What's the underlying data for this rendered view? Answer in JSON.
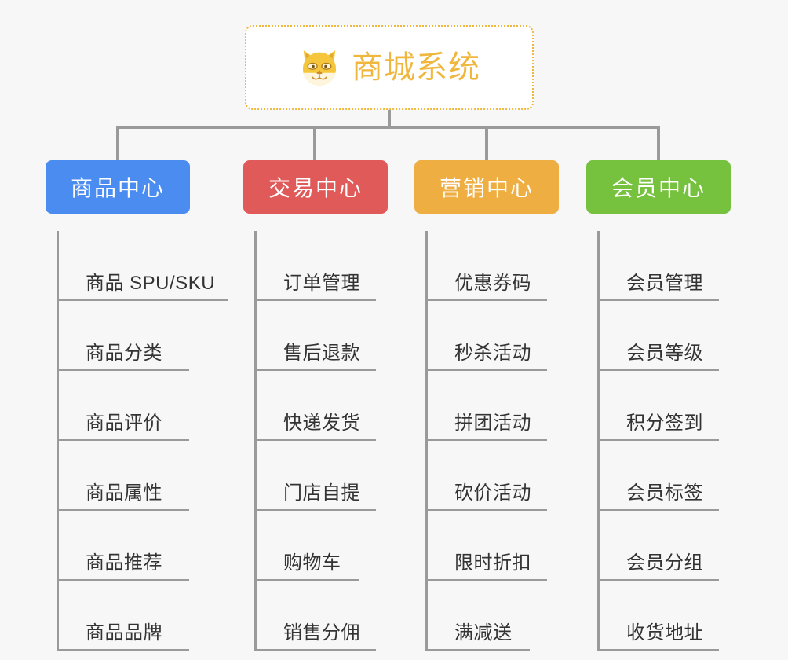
{
  "diagram": {
    "root": {
      "title": "商城系统",
      "icon": "shiba-dog-face-icon",
      "color": "#f0b73e",
      "border_style": "dotted"
    },
    "connector_color": "#9a9a9a",
    "background": "#f7f7f7",
    "categories": [
      {
        "label": "商品中心",
        "color": "#4a8cf0",
        "items": [
          "商品 SPU/SKU",
          "商品分类",
          "商品评价",
          "商品属性",
          "商品推荐",
          "商品品牌"
        ]
      },
      {
        "label": "交易中心",
        "color": "#e05a5a",
        "items": [
          "订单管理",
          "售后退款",
          "快递发货",
          "门店自提",
          "购物车",
          "销售分佣"
        ]
      },
      {
        "label": "营销中心",
        "color": "#eeae42",
        "items": [
          "优惠券码",
          "秒杀活动",
          "拼团活动",
          "砍价活动",
          "限时折扣",
          "满减送"
        ]
      },
      {
        "label": "会员中心",
        "color": "#76c13e",
        "items": [
          "会员管理",
          "会员等级",
          "积分签到",
          "会员标签",
          "会员分组",
          "收货地址"
        ]
      }
    ]
  }
}
